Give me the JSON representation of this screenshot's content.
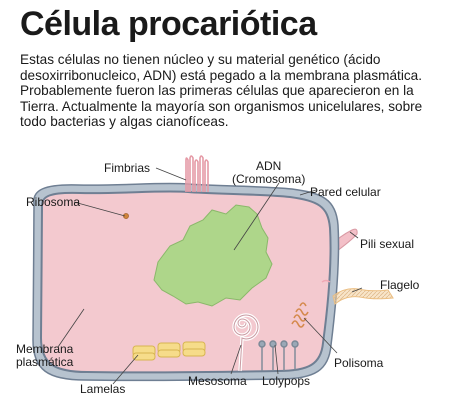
{
  "title": "Célula procariótica",
  "intro": "Estas células no tienen núcleo y su material genético (ácido desoxirribonucleico, ADN) está pegado a la membrana plasmática. Probablemente fueron las primeras células que aparecieron en la Tierra. Actualmente la mayoría son organismos unicelulares, sobre todo bacterias y algas cianofíceas.",
  "labels": {
    "fimbrias": "Fimbrias",
    "adn_line1": "ADN",
    "adn_line2": "(Cromosoma)",
    "pared_celular": "Pared celular",
    "ribosoma": "Ribosoma",
    "pili_sexual": "Pili sexual",
    "flagelo": "Flagelo",
    "membrana_line1": "Membrana",
    "membrana_line2": "plasmática",
    "polisoma": "Polisoma",
    "lamelas": "Lamelas",
    "mesosoma": "Mesosoma",
    "lolypops": "Lolypops"
  },
  "colors": {
    "cytoplasm": "#f3c9cf",
    "cell_wall": "#b7c3cf",
    "membrane": "#6f7f93",
    "dna": "#aed68a",
    "flagellum": "#f2cf9c",
    "lamelas": "#f6dc8a",
    "polisoma": "#d58a4e"
  }
}
